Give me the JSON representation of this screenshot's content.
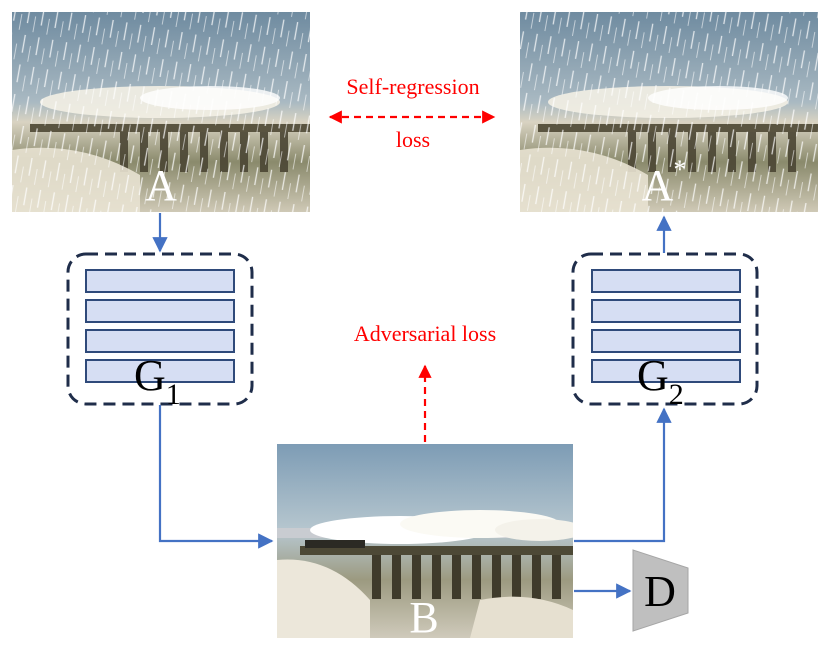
{
  "images": {
    "a": {
      "label": "A"
    },
    "a_star": {
      "label": "A",
      "sup": "*"
    },
    "b": {
      "label": "B"
    }
  },
  "generators": {
    "g1": {
      "label": "G",
      "sub": "1"
    },
    "g2": {
      "label": "G",
      "sub": "2"
    }
  },
  "discriminator": {
    "label": "D"
  },
  "losses": {
    "self_regression_line1": "Self-regression",
    "self_regression_line2": "loss",
    "adversarial": "Adversarial loss"
  },
  "colors": {
    "flow_arrow": "#4472c4",
    "loss_arrow": "#ff0000",
    "generator_border": "#1f2d4a",
    "layer_fill": "#d6def3",
    "layer_stroke": "#2f4a7a",
    "discriminator_fill": "#bfbfbf"
  }
}
